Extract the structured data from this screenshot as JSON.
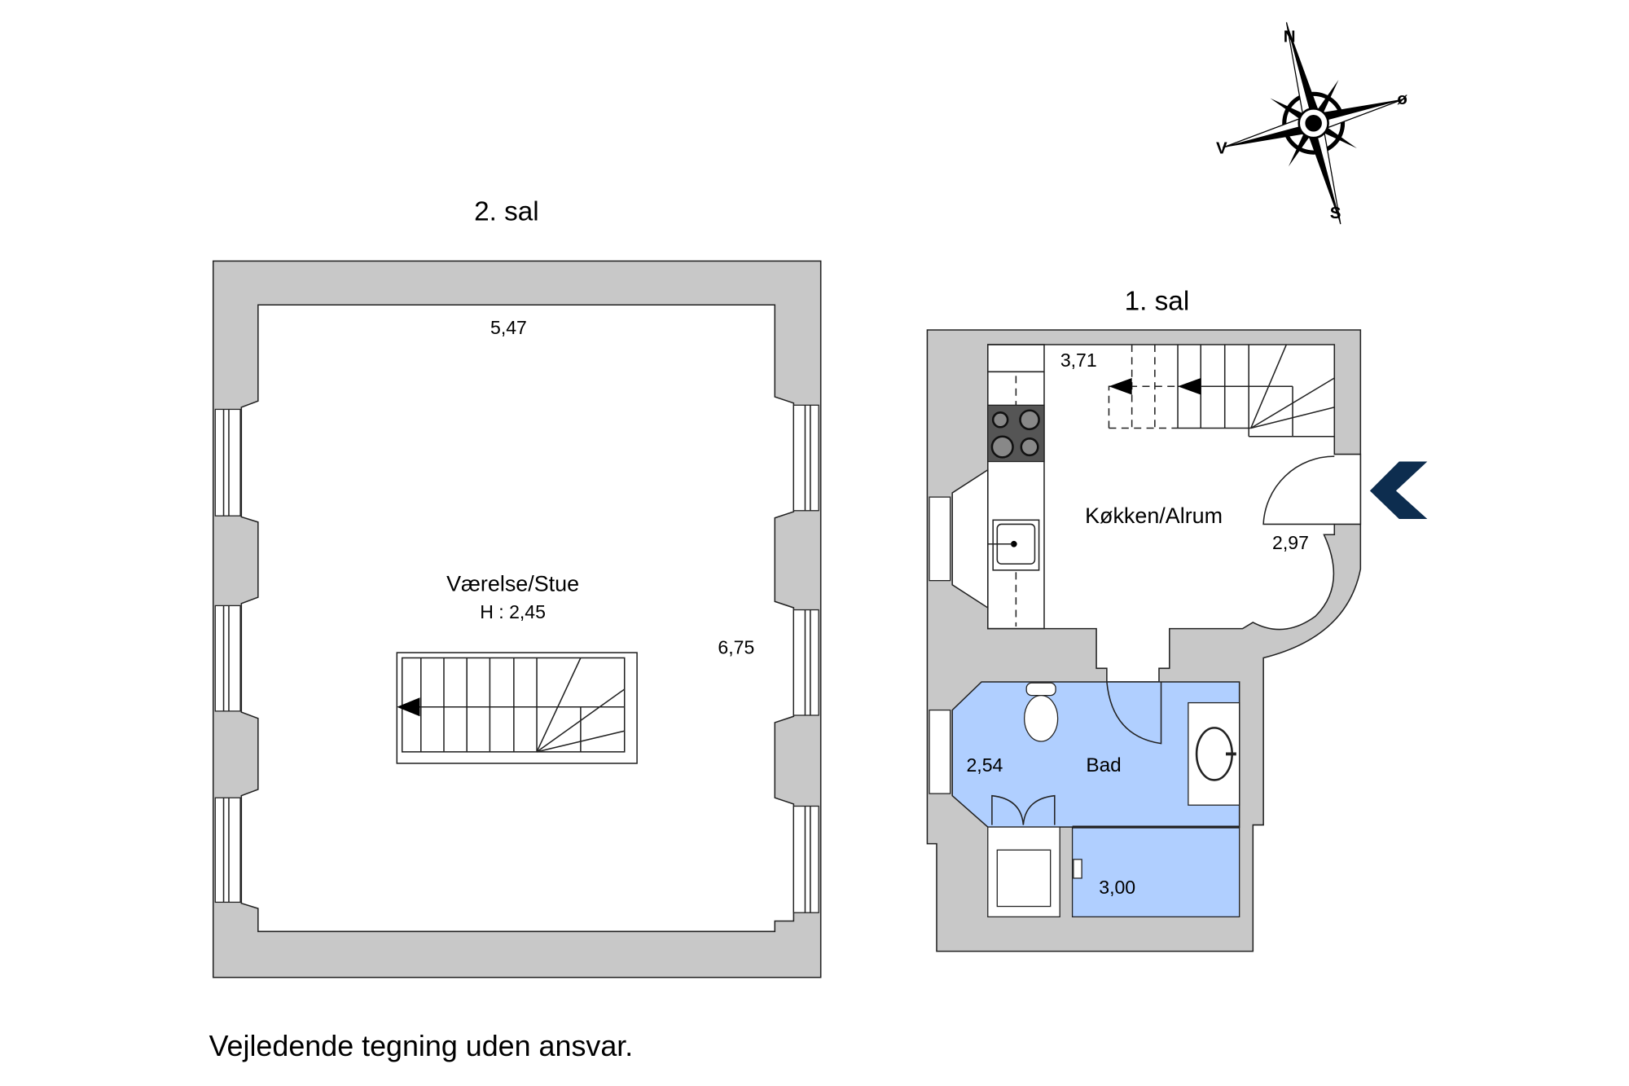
{
  "floors": [
    {
      "title": "2. sal",
      "rooms": [
        {
          "name": "Værelse/Stue",
          "height": "H : 2,45"
        }
      ],
      "dimensions": [
        "5,47",
        "6,75"
      ]
    },
    {
      "title": "1. sal",
      "rooms": [
        {
          "name": "Køkken/Alrum"
        },
        {
          "name": "Bad"
        }
      ],
      "dimensions": [
        "3,71",
        "2,97",
        "2,54",
        "3,00"
      ]
    }
  ],
  "compass": {
    "north": "N",
    "east": "ø",
    "west": "V",
    "south": "S"
  },
  "footer": "Vejledende tegning uden ansvar.",
  "colors": {
    "wall": "#c8c8c8",
    "bathroom": "#b0cfff",
    "entrance_arrow": "#0d2d4f"
  }
}
